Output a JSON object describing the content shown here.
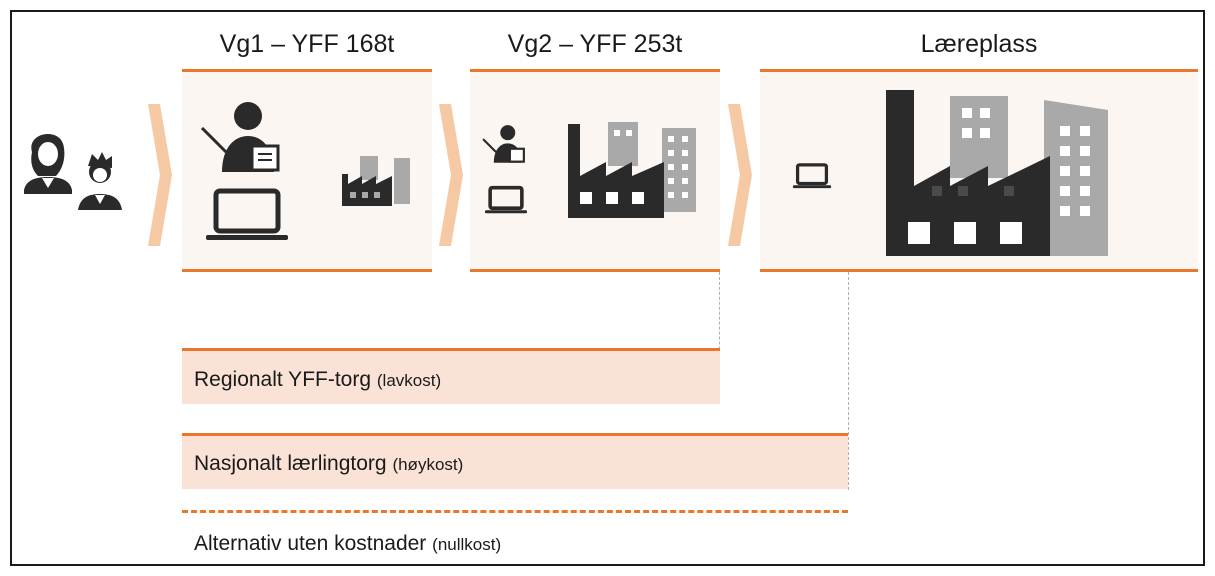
{
  "stages": [
    {
      "title": "Vg1 – YFF 168t"
    },
    {
      "title": "Vg2 – YFF 253t"
    },
    {
      "title": "Læreplass"
    }
  ],
  "tracks": [
    {
      "name": "Regionalt YFF-torg",
      "qualifier": "(lavkost)"
    },
    {
      "name": "Nasjonalt lærlingtorg",
      "qualifier": "(høykost)"
    },
    {
      "name": "Alternativ uten kostnader",
      "qualifier": "(nullkost)"
    }
  ],
  "icons": {
    "students": "students-icon",
    "teacher": "teacher-icon",
    "laptop": "laptop-icon",
    "factory": "factory-icon",
    "chevron": "chevron-right-icon"
  },
  "colors": {
    "accent": "#e9782c",
    "box_fill": "#fbf6f1",
    "track_fill": "#fae3d6",
    "chevron": "#f6c9a5",
    "icon_dark": "#2a2a2a",
    "building_grey": "#a9a9a9"
  }
}
